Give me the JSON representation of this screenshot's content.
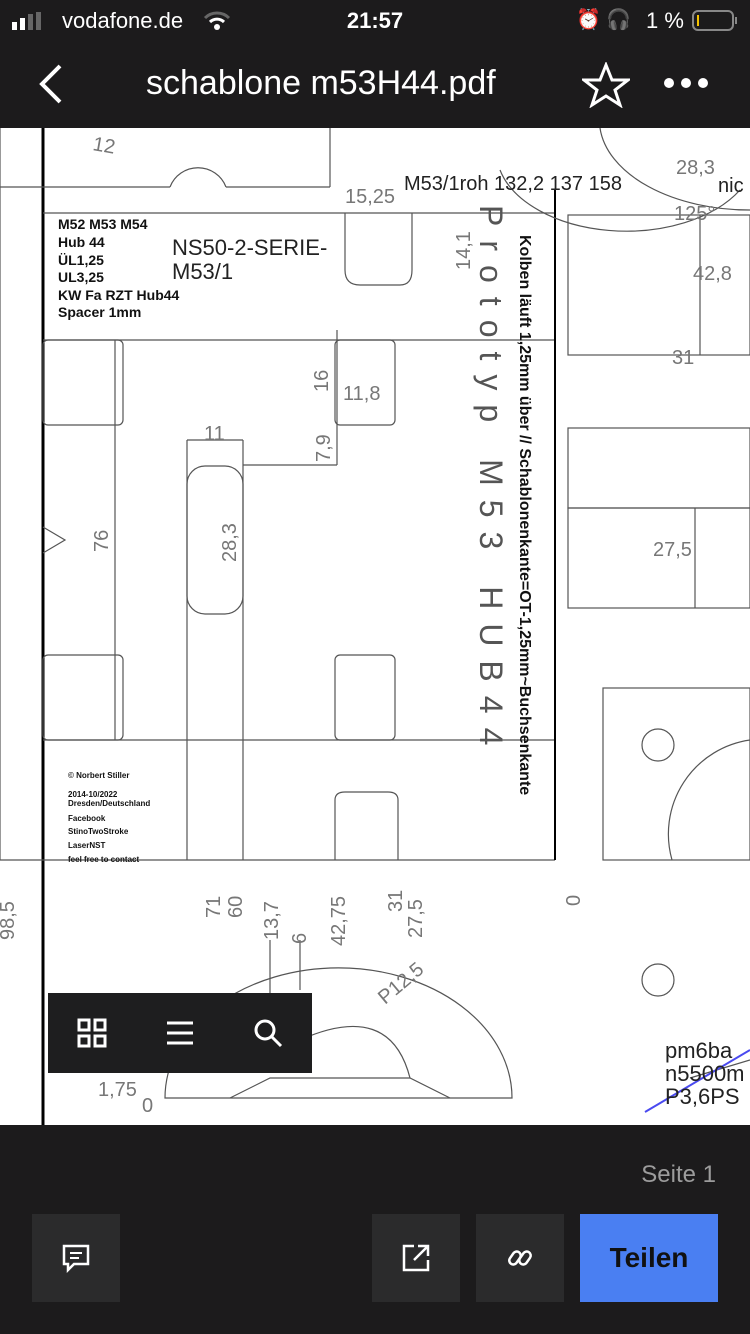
{
  "status": {
    "carrier": "vodafone.de",
    "time": "21:57",
    "battery": "1 %"
  },
  "header": {
    "title": "schablone m53H44.pdf"
  },
  "drawing": {
    "notes": [
      "M52 M53 M54",
      "Hub 44",
      "ÜL1,25",
      "UL3,25",
      "KW Fa RZT Hub44",
      "Spacer 1mm"
    ],
    "series": [
      "NS50-2-SERIE-",
      "M53/1"
    ],
    "roh": "M53/1roh 132,2 137 158",
    "credits": [
      "© Norbert Stiller",
      "2014-10/2022",
      "Dresden/Deutschland",
      "Facebook",
      "StinoTwoStroke",
      "LaserNST",
      "feel free to contact"
    ],
    "prototype": "Prototyp M53 HUB44",
    "kolben": "Kolben läuft 1,25mm über // Schablonenkante=OT-1,25mm~Buchsenkante",
    "dims": {
      "d12": "12",
      "d15_25": "15,25",
      "d28_3top": "28,3",
      "d125": "125°",
      "nic": "nic",
      "d42_8": "42,8",
      "d31": "31",
      "d27_5": "27,5",
      "d14_1": "14,1",
      "d16": "16",
      "d11_8": "11,8",
      "d11": "11",
      "d7_9": "7,9",
      "d76": "76",
      "d28_3": "28,3",
      "b71": "71",
      "b60": "60",
      "b13_7": "13,7",
      "b6": "6",
      "b42_75": "42,75",
      "b31": "31",
      "b27_5": "27,5",
      "b0": "0",
      "b98_5": "98,5",
      "p12_5": "P12,5",
      "d1_75": "1,75",
      "d0": "0"
    },
    "pm": [
      "pm6ba",
      "n5500m",
      "P3,6PS"
    ]
  },
  "footer": {
    "page_label": "Seite 1",
    "share_label": "Teilen"
  }
}
